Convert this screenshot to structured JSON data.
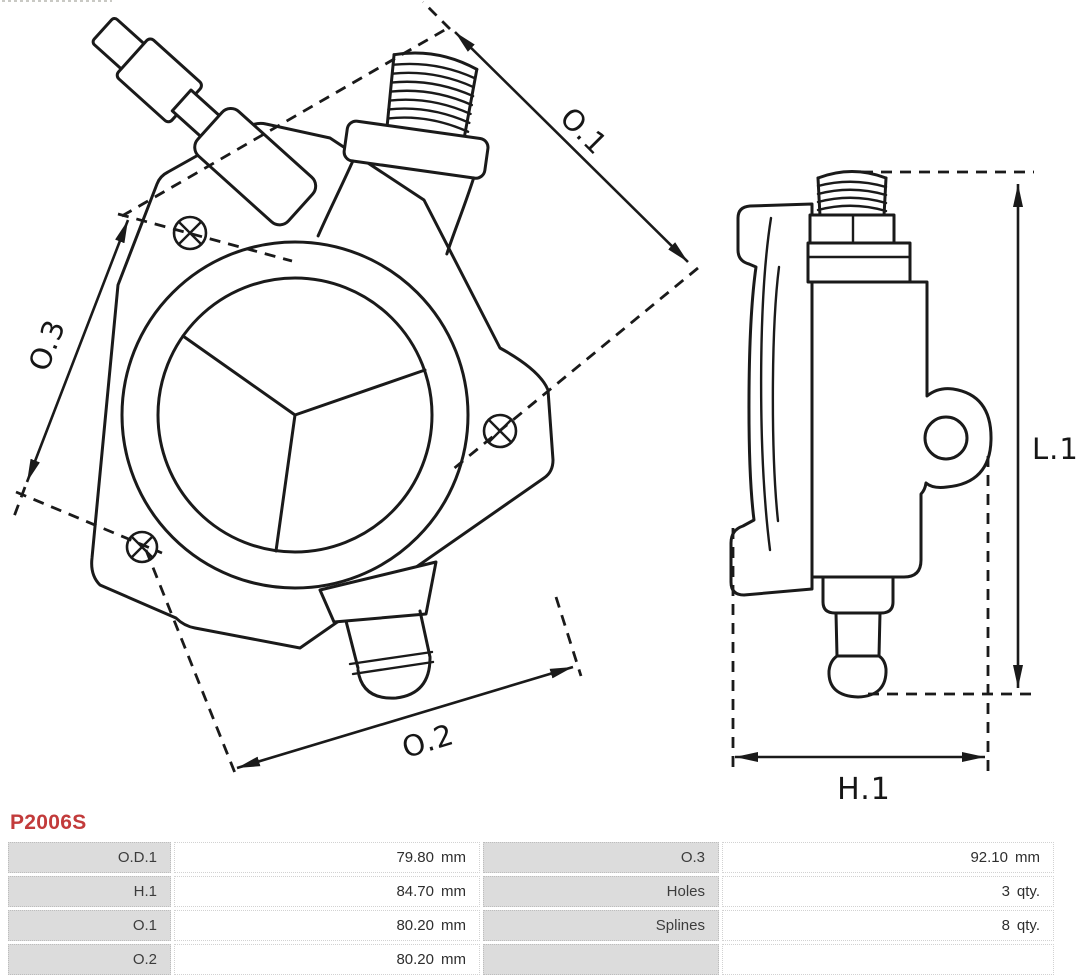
{
  "part_number": "P2006S",
  "colors": {
    "part_number_red": "#c23b3b",
    "line_black": "#1a1a1a",
    "table_label_bg": "#dcdcdc"
  },
  "diagram": {
    "labels": {
      "o1": "O.1",
      "o2": "O.2",
      "o3": "O.3",
      "l1": "L.1",
      "h1": "H.1"
    }
  },
  "spec_table": {
    "left_rows": [
      {
        "label": "O.D.1",
        "value": "79.80",
        "unit": "mm"
      },
      {
        "label": "H.1",
        "value": "84.70",
        "unit": "mm"
      },
      {
        "label": "O.1",
        "value": "80.20",
        "unit": "mm"
      },
      {
        "label": "O.2",
        "value": "80.20",
        "unit": "mm"
      }
    ],
    "right_rows": [
      {
        "label": "O.3",
        "value": "92.10",
        "unit": "mm"
      },
      {
        "label": "Holes",
        "value": "3",
        "unit": "qty."
      },
      {
        "label": "Splines",
        "value": "8",
        "unit": "qty."
      },
      {
        "label": "",
        "value": "",
        "unit": ""
      }
    ]
  }
}
